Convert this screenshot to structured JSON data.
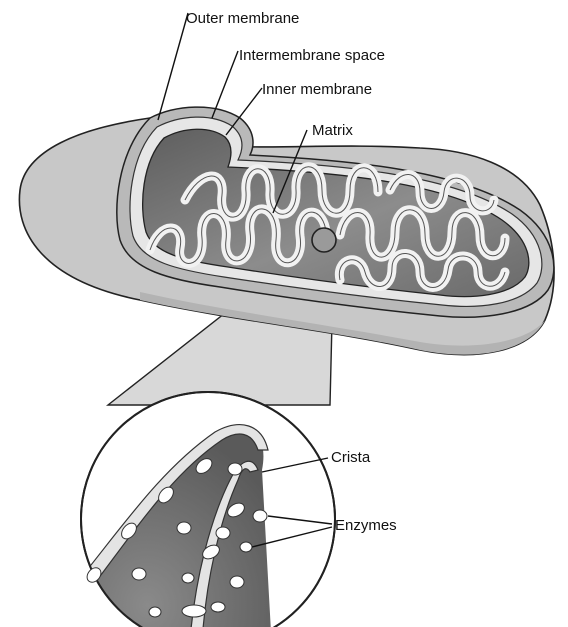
{
  "diagram": {
    "labels": {
      "outer_membrane": "Outer membrane",
      "intermembrane_space": "Intermembrane space",
      "inner_membrane": "Inner membrane",
      "matrix": "Matrix",
      "crista": "Crista",
      "enzymes": "Enzymes"
    }
  }
}
